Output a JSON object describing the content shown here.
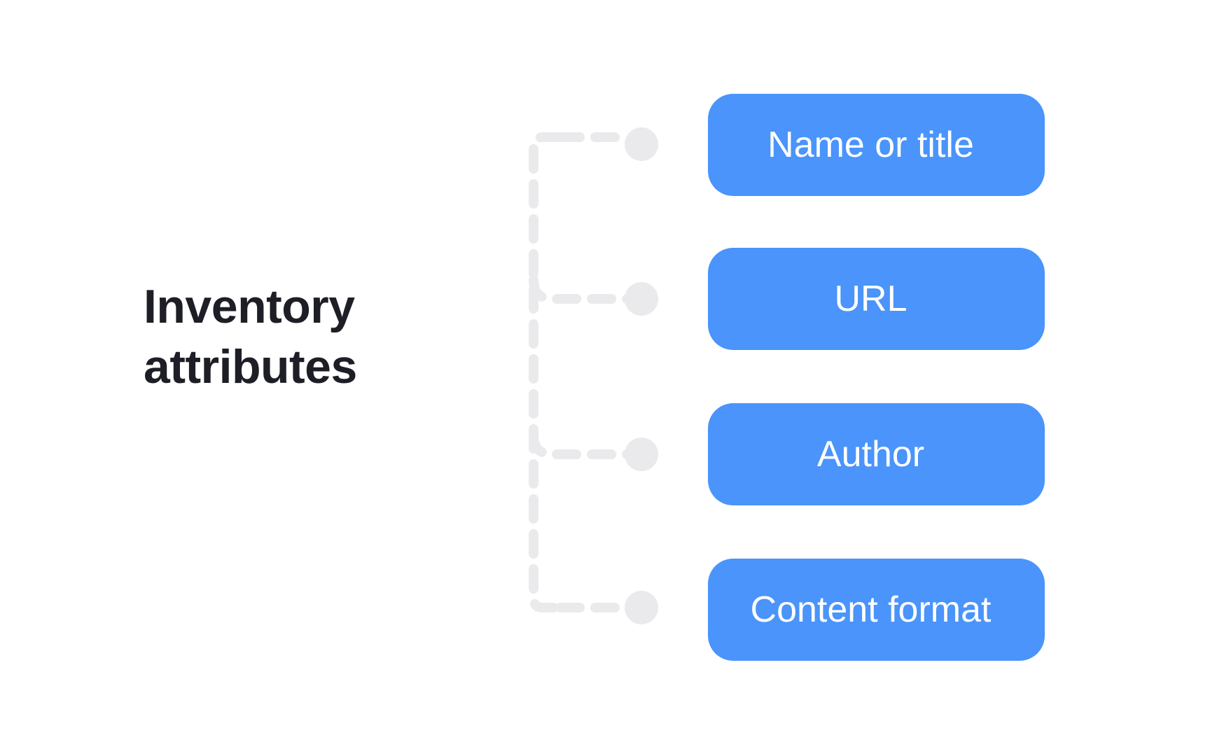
{
  "diagram": {
    "title": "Inventory attributes",
    "title_lines": "Inventory\nattributes",
    "accent_color": "#4A94FB",
    "connector_color": "#EAEAEC",
    "title_color": "#1D1E26",
    "background_color": "#FFFFFF",
    "node_count": "4",
    "nodes": [
      {
        "label": "Name or title",
        "dot_name": "connector-dot-name-or-title"
      },
      {
        "label": "URL",
        "dot_name": "connector-dot-url"
      },
      {
        "label": "Author",
        "dot_name": "connector-dot-author"
      },
      {
        "label": "Content format",
        "dot_name": "connector-dot-content-format"
      }
    ]
  }
}
